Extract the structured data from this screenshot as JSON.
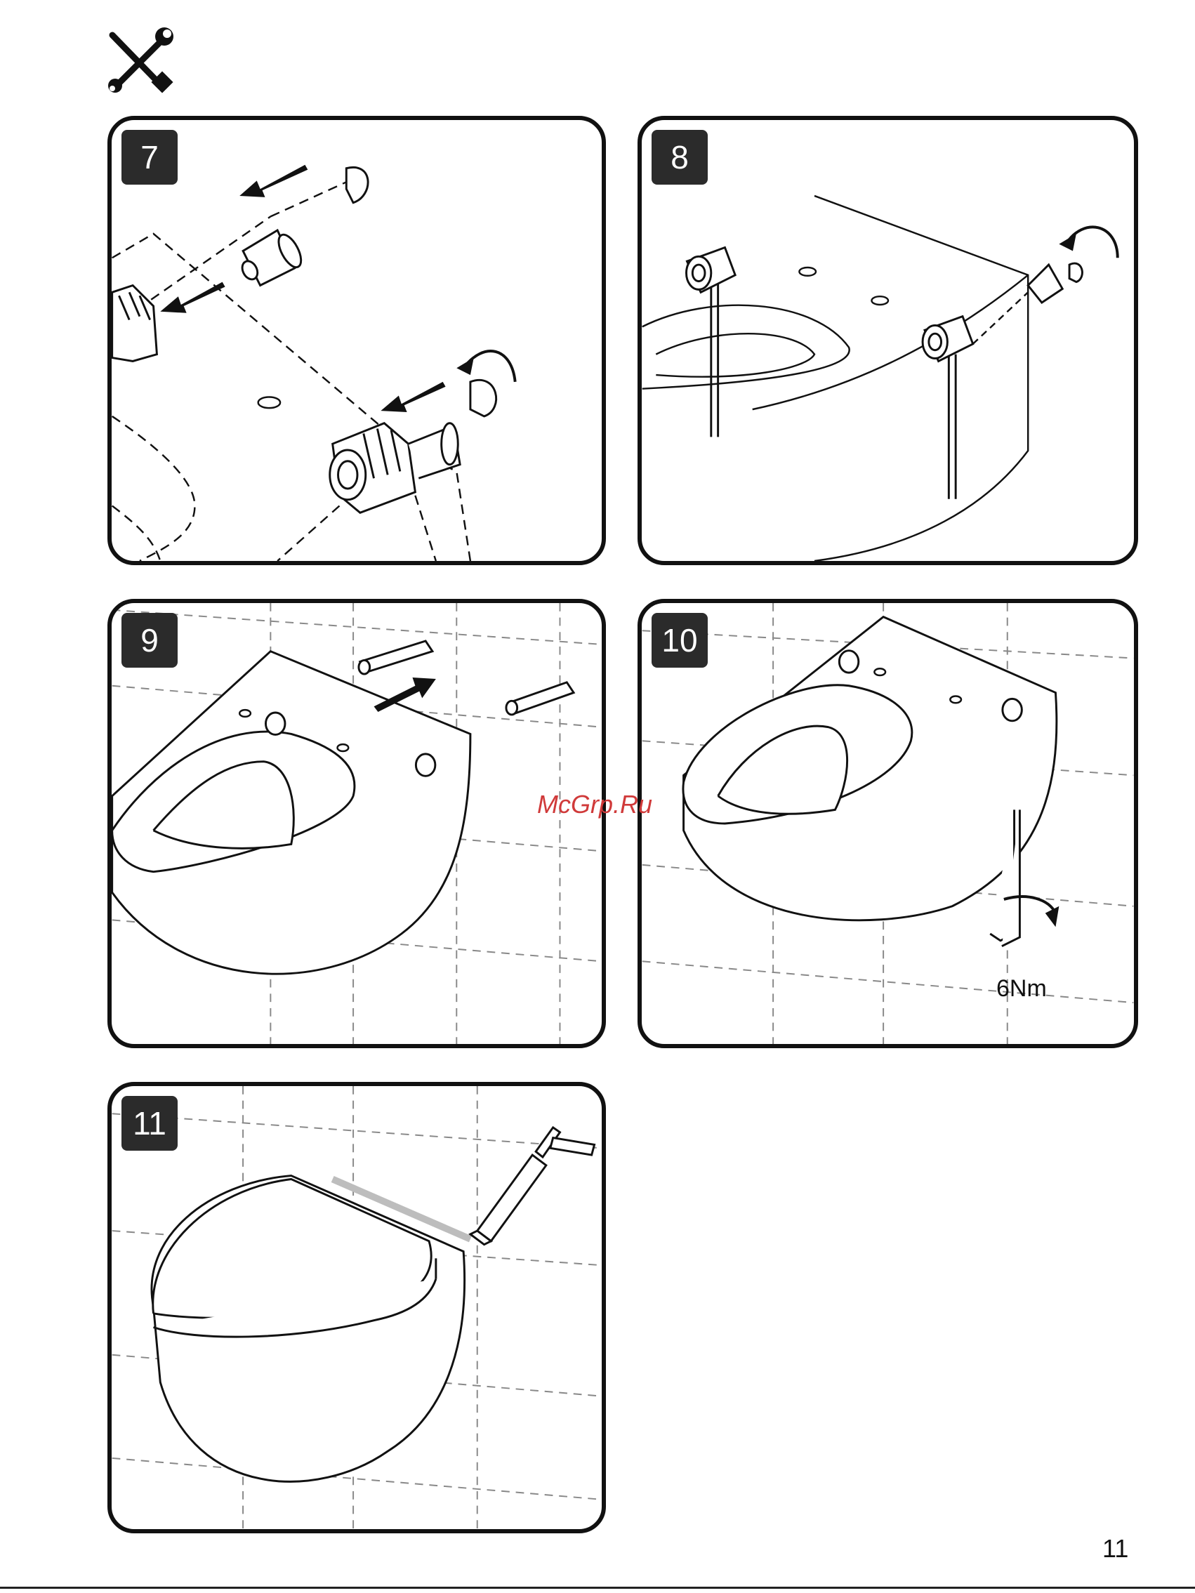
{
  "steps": [
    {
      "number": "7"
    },
    {
      "number": "8"
    },
    {
      "number": "9"
    },
    {
      "number": "10",
      "torque": "6Nm"
    },
    {
      "number": "11"
    }
  ],
  "watermark": "McGrp.Ru",
  "page_number": "11",
  "icons": {
    "header": "wrench-screwdriver-icon"
  },
  "colors": {
    "ink": "#111111",
    "badge": "#2b2b2b",
    "watermark": "#d03a3a"
  }
}
